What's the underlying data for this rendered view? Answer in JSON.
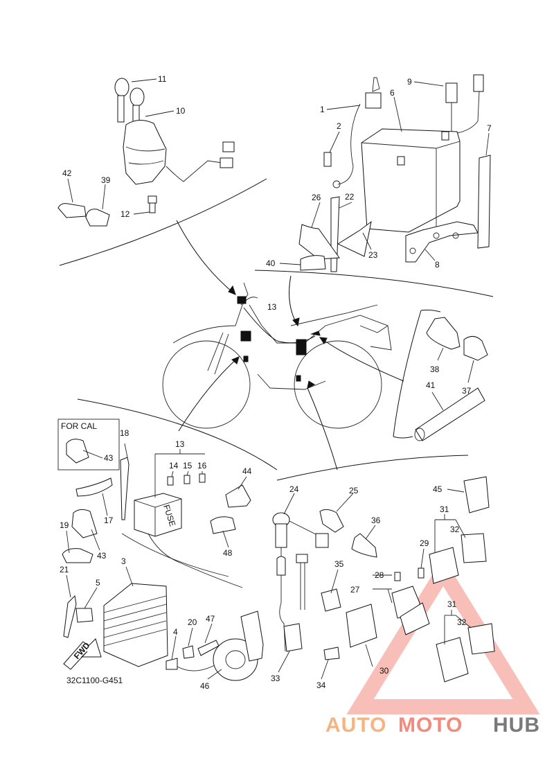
{
  "diagram": {
    "part_numbers": {
      "p1": "1",
      "p2": "2",
      "p3": "3",
      "p4": "4",
      "p5": "5",
      "p6": "6",
      "p7": "7",
      "p8": "8",
      "p9": "9",
      "p10": "10",
      "p11": "11",
      "p12": "12",
      "p13a": "13",
      "p13b": "13",
      "p14": "14",
      "p15": "15",
      "p16": "16",
      "p17": "17",
      "p18": "18",
      "p19": "19",
      "p20": "20",
      "p21": "21",
      "p22": "22",
      "p23": "23",
      "p24": "24",
      "p25": "25",
      "p26": "26",
      "p27": "27",
      "p28": "28",
      "p29": "29",
      "p30": "30",
      "p31a": "31",
      "p31b": "31",
      "p32a": "32",
      "p32b": "32",
      "p33": "33",
      "p34": "34",
      "p35": "35",
      "p36": "36",
      "p37": "37",
      "p38": "38",
      "p39": "39",
      "p40": "40",
      "p41": "41",
      "p42": "42",
      "p43a": "43",
      "p43b": "43",
      "p44": "44",
      "p45": "45",
      "p46": "46",
      "p47": "47",
      "p48": "48"
    },
    "for_cal_label": "FOR CAL",
    "fuse_label": "FUSE",
    "fwd_label": "FWD",
    "drawing_code": "32C1100-G451"
  },
  "watermark": {
    "part1": "AUTO",
    "part2": "MOTO",
    "part3": "HUB",
    "colors": {
      "auto": "#f4b483",
      "moto": "#f08b7e",
      "hub": "#7a7a7a",
      "triangle": "#f08b7e"
    }
  }
}
